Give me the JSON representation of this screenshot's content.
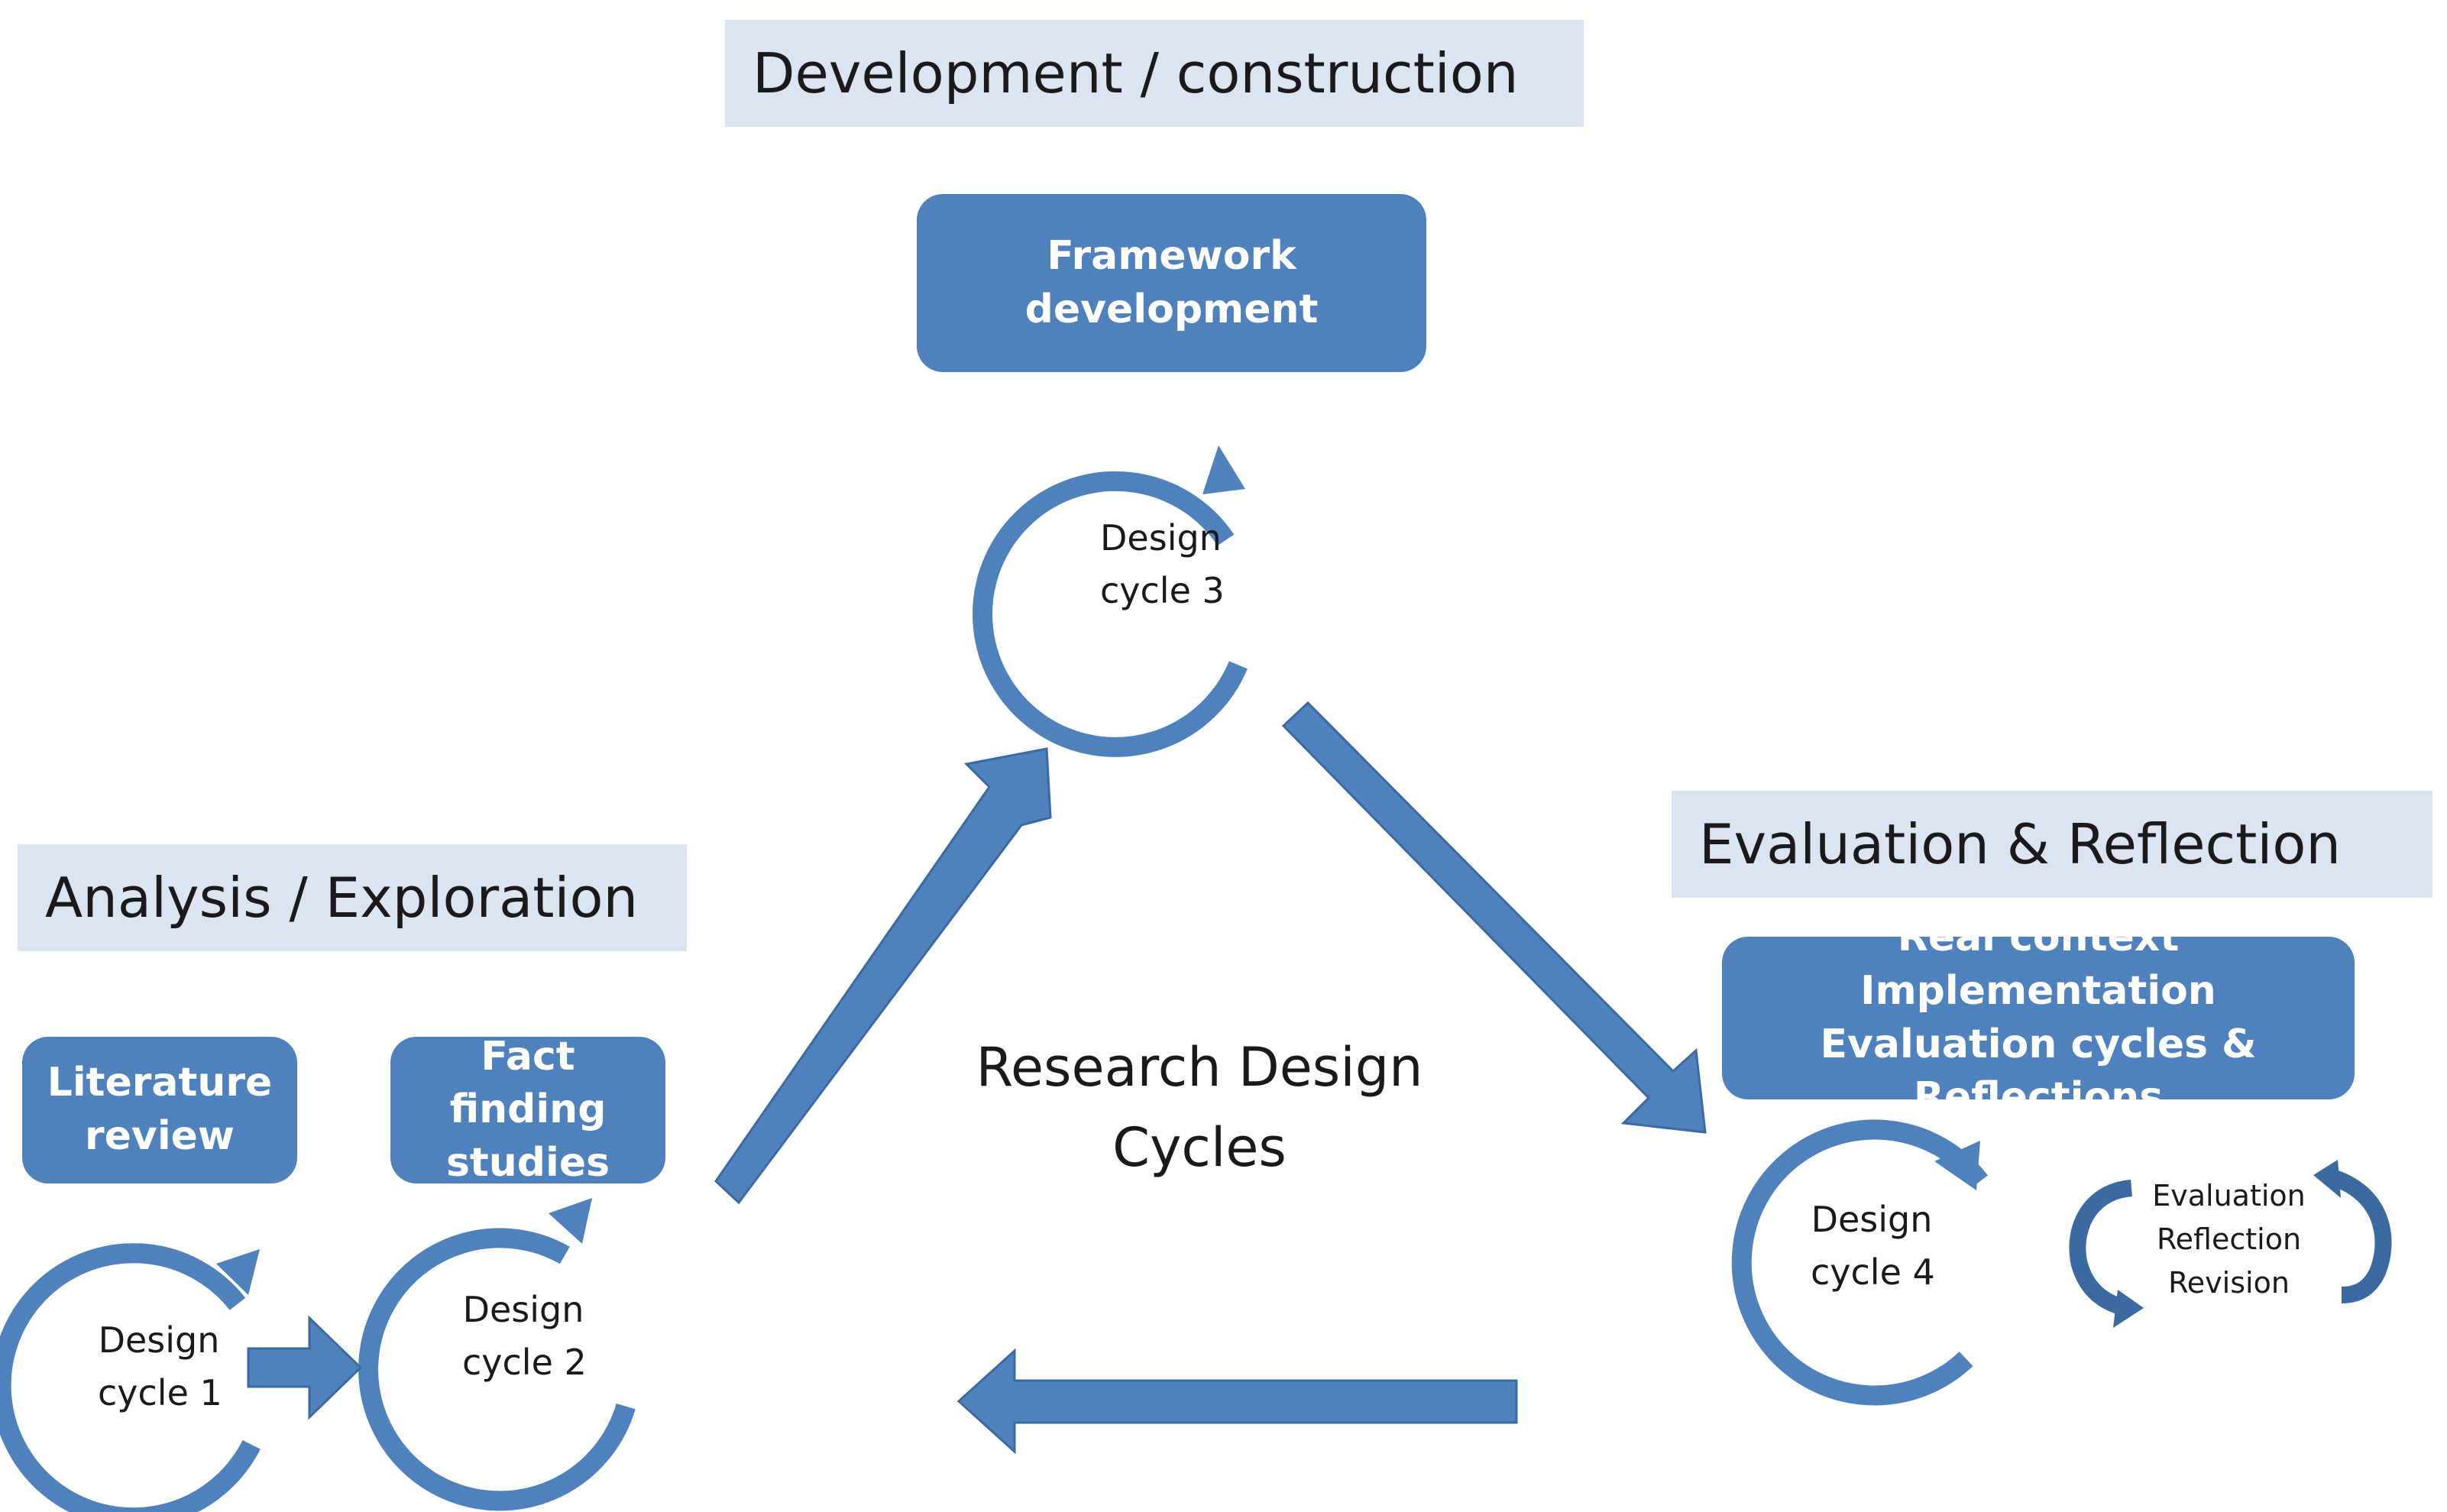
{
  "phases": {
    "development": "Development / construction",
    "analysis": "Analysis / Exploration",
    "evaluation": "Evaluation & Reflection"
  },
  "activities": {
    "framework": [
      "Framework",
      "development"
    ],
    "literature": [
      "Literature",
      "review"
    ],
    "fact_finding": [
      "Fact finding",
      "studies"
    ],
    "real_context": [
      "Real context Implementation",
      "Evaluation cycles &",
      "Reflections"
    ]
  },
  "cycles": {
    "c1": [
      "Design",
      "cycle 1"
    ],
    "c2": [
      "Design",
      "cycle 2"
    ],
    "c3": [
      "Design",
      "cycle 3"
    ],
    "c4": [
      "Design",
      "cycle 4"
    ]
  },
  "center": [
    "Research Design",
    "Cycles"
  ],
  "evaluation_loop": [
    "Evaluation",
    "Reflection",
    "Revision"
  ],
  "colors": {
    "accent": "#4f81bd",
    "accent_dark": "#3a6aa0",
    "label_bg": "#dbe5f1",
    "text": "#1a1a1a"
  }
}
